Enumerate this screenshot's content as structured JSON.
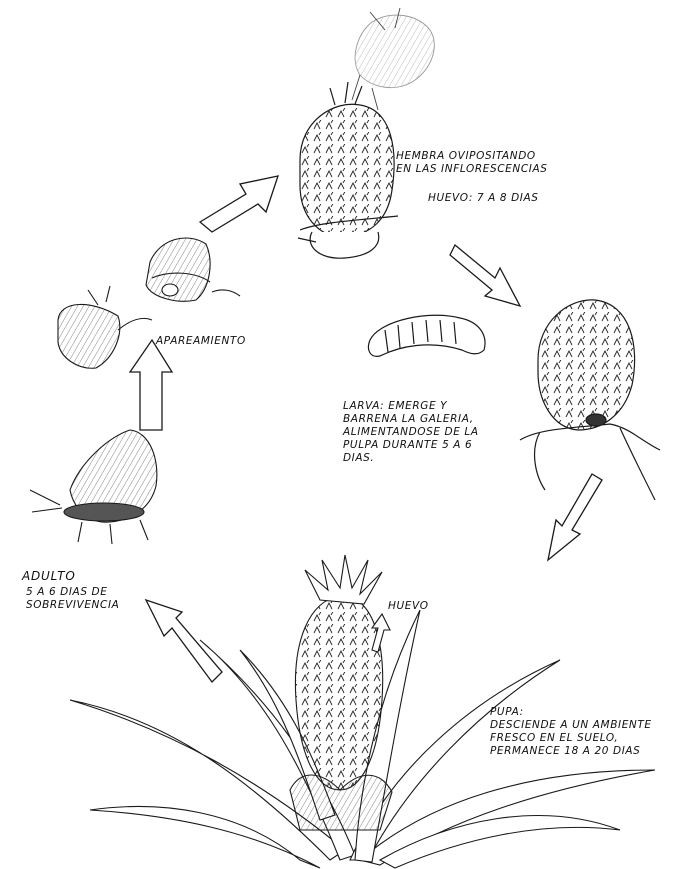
{
  "labels": {
    "hembra": [
      "HEMBRA OVIPOSITANDO",
      "EN LAS INFLORESCENCIAS"
    ],
    "huevo_dias": "HUEVO: 7 A 8 DIAS",
    "apareamiento": "APAREAMIENTO",
    "larva": [
      "LARVA: EMERGE Y",
      "BARRENA LA GALERIA,",
      "ALIMENTANDOSE DE LA",
      "PULPA DURANTE 5 A 6",
      "DIAS."
    ],
    "adulto_title": "ADULTO",
    "adulto": [
      "5 A 6 DIAS DE",
      "SOBREVIVENCIA"
    ],
    "huevo": "HUEVO",
    "pupa": [
      "PUPA:",
      "DESCIENDE A UN AMBIENTE",
      "FRESCO EN EL SUELO,",
      "PERMANECE 18 A 20 DIAS"
    ]
  }
}
